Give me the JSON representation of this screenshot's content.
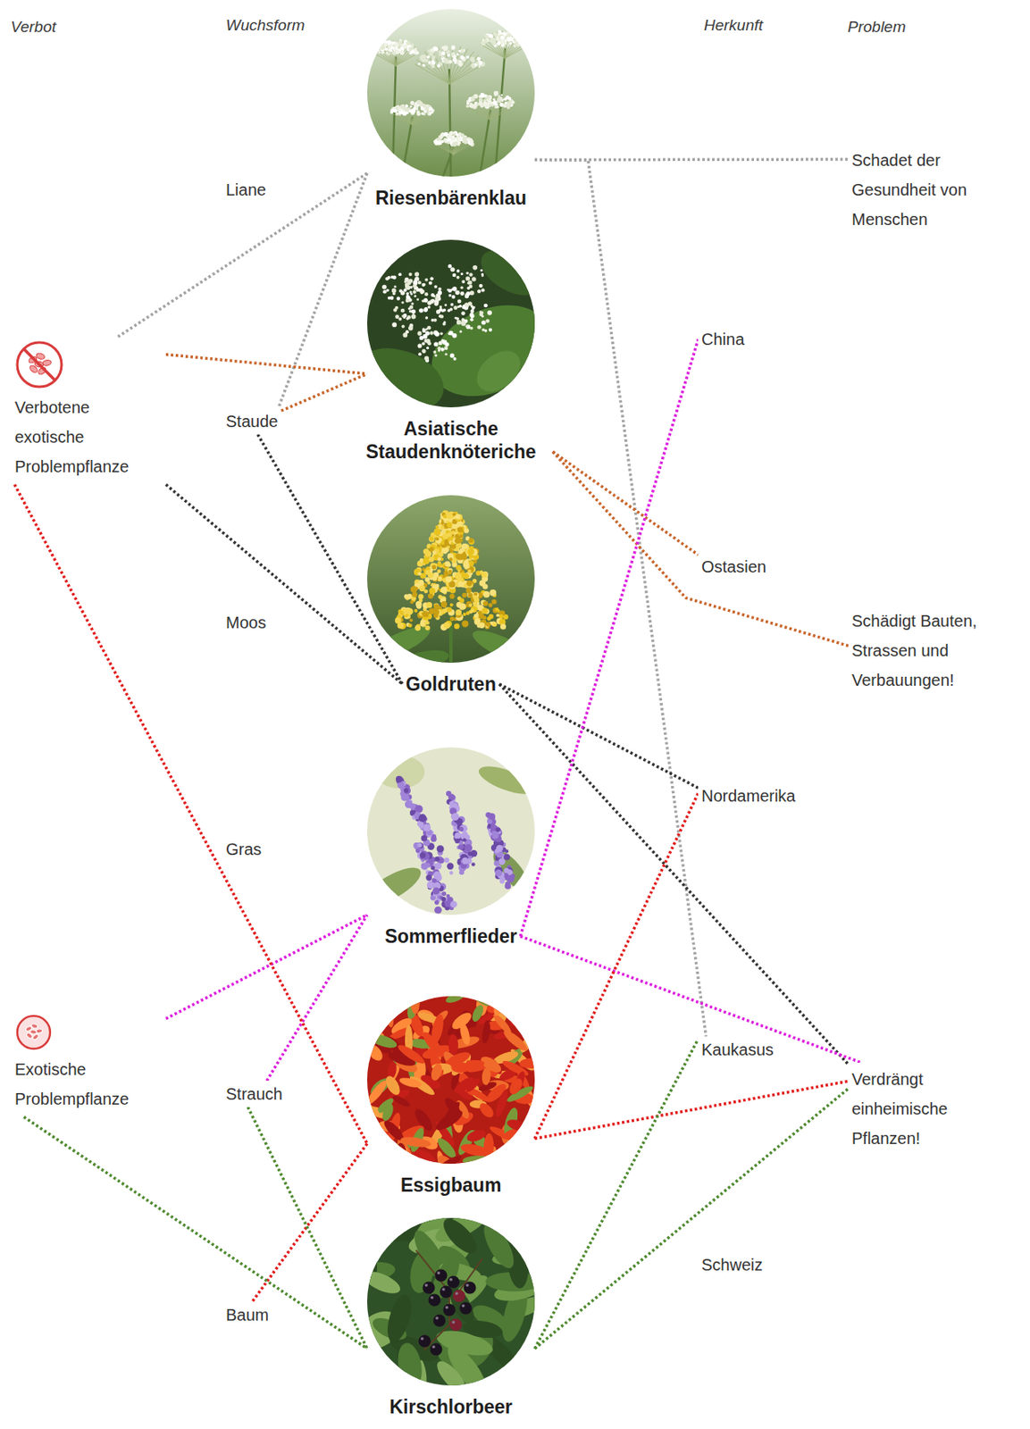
{
  "diagram": {
    "nodes": [
      {
        "text": [
          "Riesenbärenklau"
        ]
      },
      {
        "text": [
          "Schadet der Gesundheit von Menschen"
        ]
      },
      {
        "text": [
          "Liane"
        ]
      },
      {
        "text": [
          "China"
        ]
      },
      {
        "text": [
          "Asiatische Staudenknöteriche"
        ]
      },
      {
        "text": [
          "Verbotene exotische Problempflanze"
        ]
      },
      {
        "text": [
          "Staude"
        ]
      },
      {
        "text": [
          "Ostasien"
        ]
      },
      {
        "text": [
          "Schädigt Bauten, Strassen und Verbauungen!"
        ]
      },
      {
        "text": [
          "Moos"
        ]
      },
      {
        "text": [
          "Goldruten"
        ]
      },
      {
        "text": [
          "Nordamerika"
        ]
      },
      {
        "text": [
          "Gras"
        ]
      },
      {
        "text": [
          "Sommerflieder"
        ]
      },
      {
        "text": [
          "Exotische Problempflanze"
        ]
      },
      {
        "text": [
          "Strauch"
        ]
      },
      {
        "text": [
          "Kaukasus"
        ]
      },
      {
        "text": [
          "Essigbaum"
        ]
      },
      {
        "text": [
          "Verdrängt einheimische Pflanzen!"
        ]
      },
      {
        "text": [
          "Schweiz"
        ]
      },
      {
        "text": [
          "Baum"
        ]
      },
      {
        "text": [
          "Kirschlorbeer"
        ]
      }
    ],
    "edges": [
      {
        "from": 0,
        "to": 5,
        "arrow": "none"
      },
      {
        "from": 0,
        "to": 6,
        "arrow": "none"
      },
      {
        "from": 0,
        "to": 1,
        "arrow": "none"
      },
      {
        "from": 0,
        "to": 16,
        "arrow": "none"
      },
      {
        "from": 5,
        "to": 4,
        "arrow": "none"
      },
      {
        "from": 6,
        "to": 4,
        "arrow": "none"
      },
      {
        "from": 4,
        "to": 7,
        "arrow": "none"
      },
      {
        "from": 4,
        "to": 8,
        "arrow": "none"
      },
      {
        "from": 5,
        "to": 10,
        "arrow": "none"
      },
      {
        "from": 6,
        "to": 10,
        "arrow": "none"
      },
      {
        "from": 10,
        "to": 11,
        "arrow": "none"
      },
      {
        "from": 10,
        "to": 18,
        "arrow": "none"
      },
      {
        "from": 14,
        "to": 13,
        "arrow": "none"
      },
      {
        "from": 15,
        "to": 13,
        "arrow": "none"
      },
      {
        "from": 13,
        "to": 3,
        "arrow": "none"
      },
      {
        "from": 13,
        "to": 18,
        "arrow": "none"
      },
      {
        "from": 5,
        "to": 17,
        "arrow": "none"
      },
      {
        "from": 17,
        "to": 20,
        "arrow": "none"
      },
      {
        "from": 17,
        "to": 11,
        "arrow": "none"
      },
      {
        "from": 17,
        "to": 18,
        "arrow": "none"
      },
      {
        "from": 14,
        "to": 21,
        "arrow": "none"
      },
      {
        "from": 15,
        "to": 21,
        "arrow": "none"
      },
      {
        "from": 21,
        "to": 16,
        "arrow": "none"
      },
      {
        "from": 21,
        "to": 18,
        "arrow": "none"
      }
    ],
    "labels": [
      "Verbot",
      "Wuchsform",
      "Herkunft",
      "Problem"
    ]
  }
}
